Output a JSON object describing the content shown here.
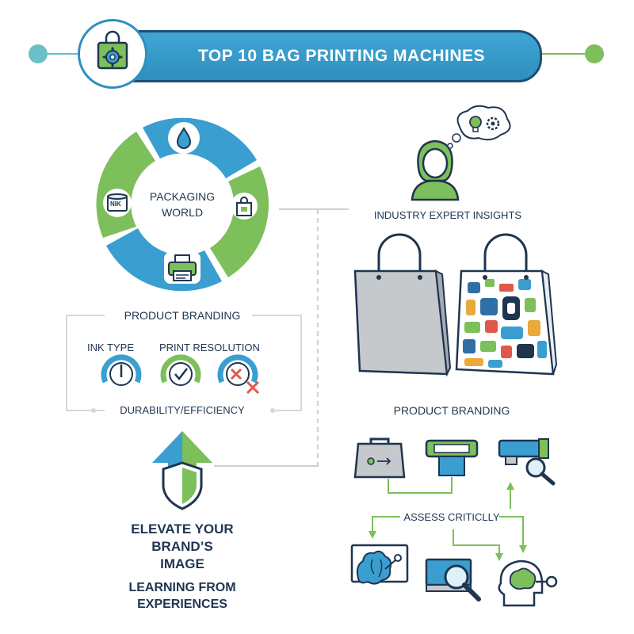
{
  "banner": {
    "title": "TOP 10 BAG PRINTING MACHINES"
  },
  "cycle": {
    "center_line1": "PACKAGING",
    "center_line2": "WORLD",
    "tape_label": "NIK"
  },
  "expert": {
    "label": "INDUSTRY EXPERT INSIGHTS"
  },
  "branding_box": {
    "title": "PRODUCT BRANDING",
    "gauge_labels": [
      "INK TYPE",
      "PRINT RESOLUTION"
    ],
    "footer": "DURABILITY/EFFICIENCY"
  },
  "elevate": {
    "line1": "ELEVATE YOUR",
    "line2": "BRAND’S",
    "line3": "IMAGE",
    "learn1": "LEARNING FROM",
    "learn2": "EXPERIENCES"
  },
  "right_branding": {
    "title": "PRODUCT BRANDING"
  },
  "assess": {
    "label": "ASSESS CRITICLLY"
  },
  "colors": {
    "blue": "#3a9fd0",
    "green": "#7dbf5a",
    "navy": "#1f3550",
    "teal": "#6cbfc7"
  }
}
